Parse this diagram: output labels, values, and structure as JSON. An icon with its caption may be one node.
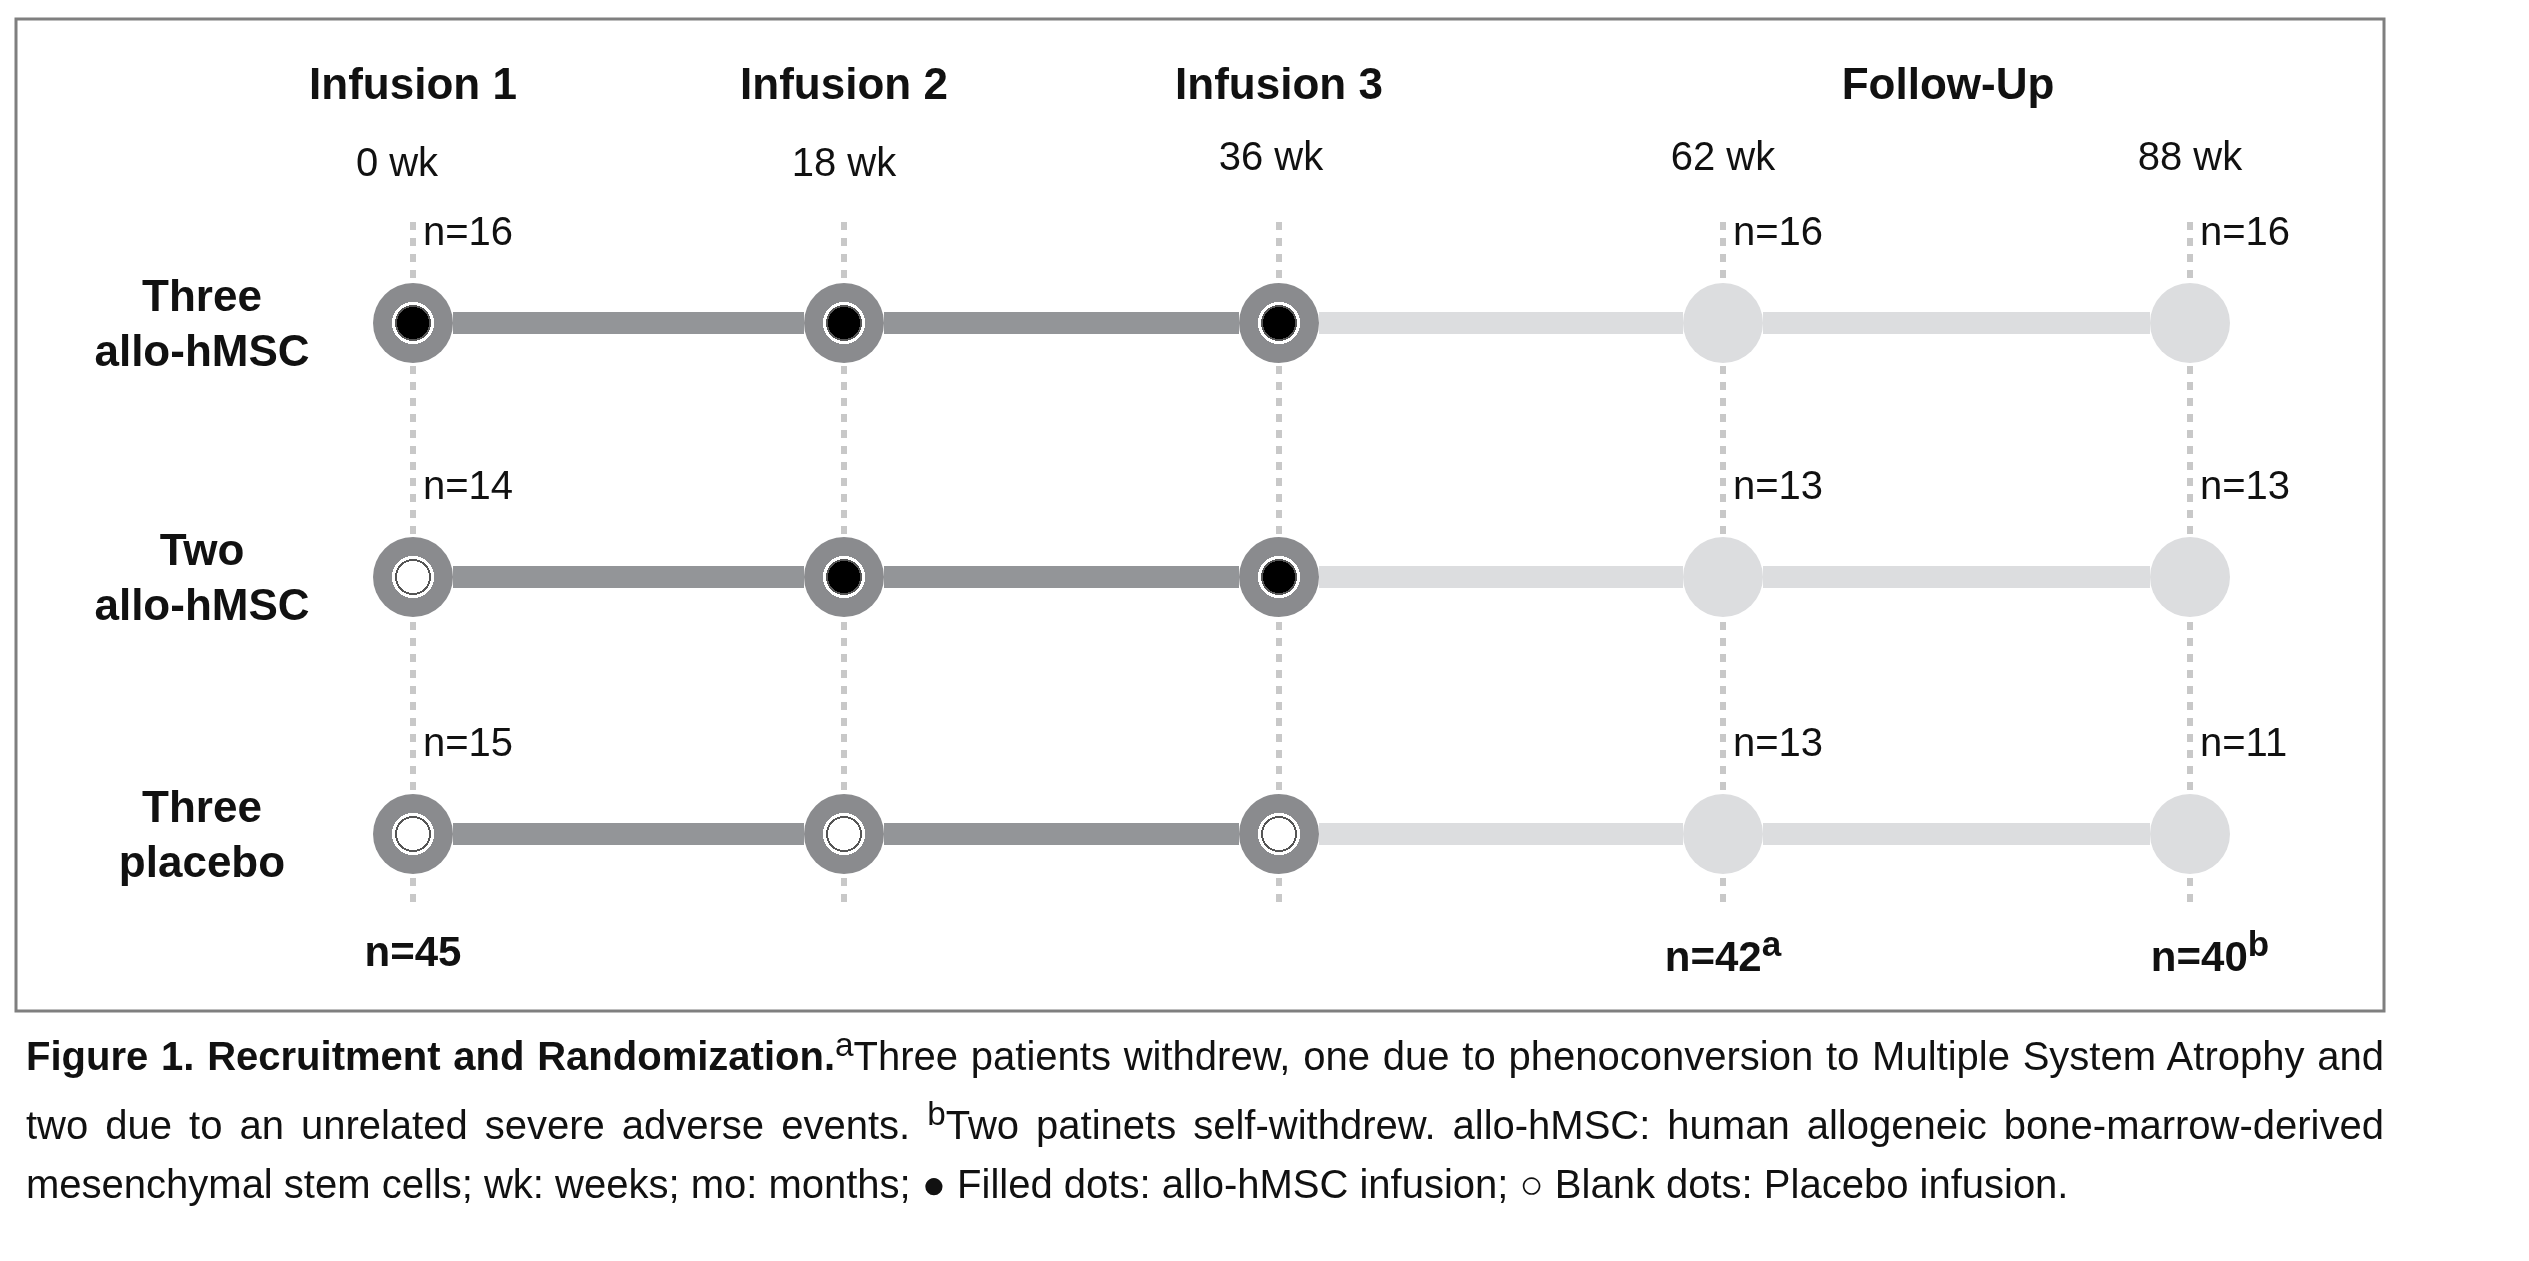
{
  "diagram": {
    "caption": "**Figure 1. Recruitment and Randomization.**$^{a}$Three patients withdrew, one due to phenoconversion to Multiple System Atrophy and two due to an unrelated severe adverse events. $^{b}$Two patinets self-withdrew. allo-hMSC: human allogeneic bone-marrow-derived mesenchymal stem cells; wk: weeks; mo: months; ● Filled dots: allo-hMSC infusion; ○ Blank dots: Placebo infusion.",
    "nodes": [
      {
        "text": [],
        "shape": "circle",
        "beside": [
          "n=16"
        ]
      },
      {
        "text": [],
        "shape": "circle"
      },
      {
        "text": [],
        "shape": "circle"
      },
      {
        "text": [],
        "shape": "circle",
        "beside": [
          "n=16"
        ]
      },
      {
        "text": [],
        "shape": "circle",
        "beside": [
          "n=16"
        ]
      },
      {
        "text": [],
        "shape": "circle",
        "beside": [
          "n=14"
        ]
      },
      {
        "text": [],
        "shape": "circle"
      },
      {
        "text": [],
        "shape": "circle"
      },
      {
        "text": [],
        "shape": "circle",
        "beside": [
          "n=13"
        ]
      },
      {
        "text": [],
        "shape": "circle",
        "beside": [
          "n=13"
        ]
      },
      {
        "text": [],
        "shape": "circle",
        "beside": [
          "n=15"
        ]
      },
      {
        "text": [],
        "shape": "circle"
      },
      {
        "text": [],
        "shape": "circle"
      },
      {
        "text": [],
        "shape": "circle",
        "beside": [
          "n=13"
        ]
      },
      {
        "text": [],
        "shape": "circle",
        "beside": [
          "n=11"
        ]
      }
    ],
    "edges": [
      {
        "from": 0,
        "to": 1,
        "arrow": "none"
      },
      {
        "from": 1,
        "to": 2,
        "arrow": "none"
      },
      {
        "from": 2,
        "to": 3,
        "arrow": "none",
        "color": "#dcdddf"
      },
      {
        "from": 3,
        "to": 4,
        "arrow": "none",
        "color": "#dcdddf"
      },
      {
        "from": 5,
        "to": 6,
        "arrow": "none"
      },
      {
        "from": 6,
        "to": 7,
        "arrow": "none"
      },
      {
        "from": 7,
        "to": 8,
        "arrow": "none",
        "color": "#dcdddf"
      },
      {
        "from": 8,
        "to": 9,
        "arrow": "none",
        "color": "#dcdddf"
      },
      {
        "from": 10,
        "to": 11,
        "arrow": "none"
      },
      {
        "from": 11,
        "to": 12,
        "arrow": "none"
      },
      {
        "from": 12,
        "to": 13,
        "arrow": "none",
        "color": "#dcdddf"
      },
      {
        "from": 13,
        "to": 14,
        "arrow": "none",
        "color": "#dcdddf"
      }
    ],
    "labels": [
      "Infusion 1",
      "Infusion 2",
      "Infusion 3",
      "Follow-Up",
      "0 wk",
      "18 wk",
      "36 wk",
      "62 wk",
      "88 wk",
      "Three allo-hMSC",
      "Two allo-hMSC",
      "Three placebo",
      "n=45",
      "n=42$^{a}$",
      "n=40$^{b}$"
    ]
  }
}
